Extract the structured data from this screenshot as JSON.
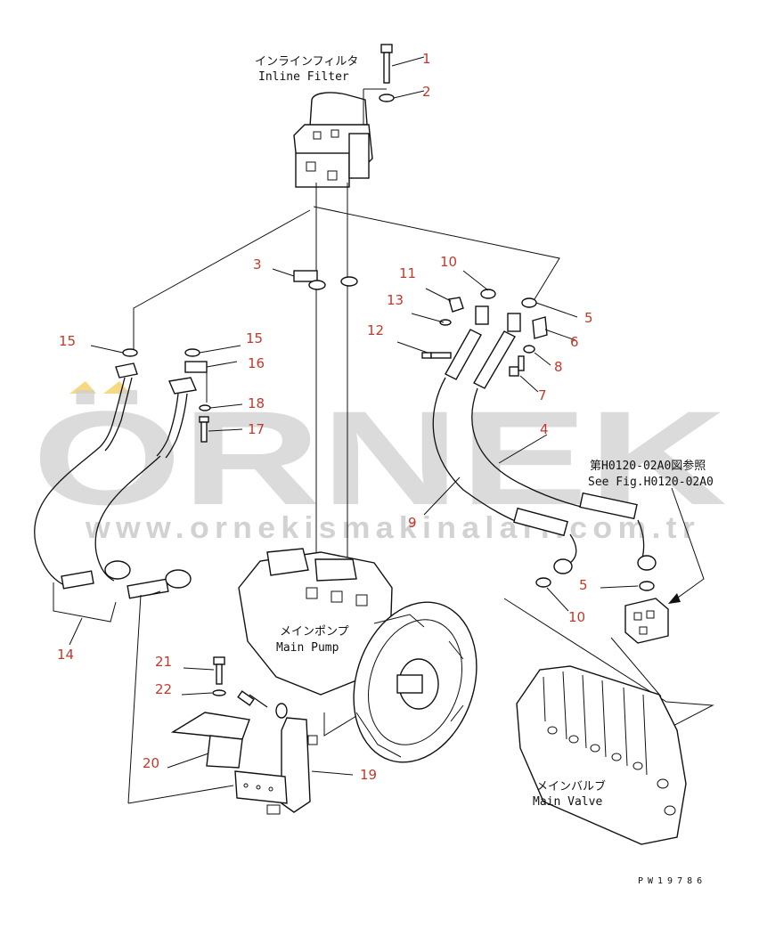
{
  "labels": {
    "inline_filter_jp": "インラインフィルタ",
    "inline_filter_en": "Inline Filter",
    "main_pump_jp": "メインポンプ",
    "main_pump_en": "Main Pump",
    "main_valve_jp": "メインバルブ",
    "main_valve_en": "Main Valve",
    "ref_jp": "第H0120-02A0図参照",
    "ref_en": "See Fig.H0120-02A0"
  },
  "watermark": {
    "brand": "ÖRNEK",
    "url": "www.ornekismakinalari.com.tr"
  },
  "drawing_code": "PW19786",
  "callouts": [
    "1",
    "2",
    "3",
    "4",
    "5",
    "5",
    "6",
    "7",
    "8",
    "9",
    "10",
    "10",
    "11",
    "12",
    "13",
    "14",
    "15",
    "15",
    "16",
    "17",
    "18",
    "19",
    "20",
    "21",
    "22"
  ],
  "colors": {
    "callout": "#c0392b",
    "line": "#111111",
    "watermark": "#cfcfcf",
    "watermark_accent": "#f2c94c"
  }
}
